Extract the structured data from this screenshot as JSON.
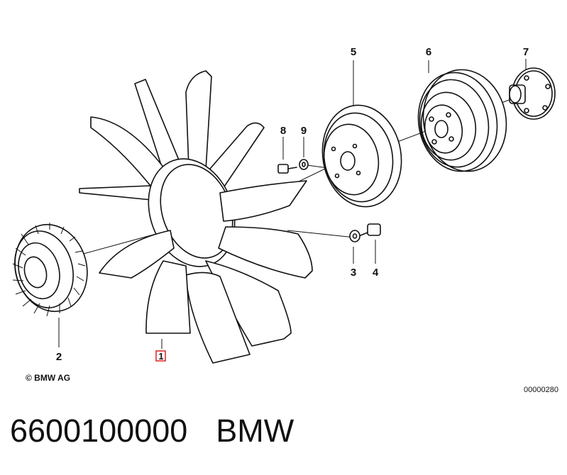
{
  "diagram": {
    "callouts": [
      {
        "id": "1",
        "label": "1",
        "highlighted": true
      },
      {
        "id": "2",
        "label": "2"
      },
      {
        "id": "3",
        "label": "3"
      },
      {
        "id": "4",
        "label": "4"
      },
      {
        "id": "5",
        "label": "5"
      },
      {
        "id": "6",
        "label": "6"
      },
      {
        "id": "7",
        "label": "7"
      },
      {
        "id": "8",
        "label": "8"
      },
      {
        "id": "9",
        "label": "9"
      }
    ],
    "copyright": "© BMW AG",
    "reference_code": "00000280",
    "highlight_color": "#e02020"
  },
  "part": {
    "number": "6600100000",
    "brand": "BMW"
  }
}
